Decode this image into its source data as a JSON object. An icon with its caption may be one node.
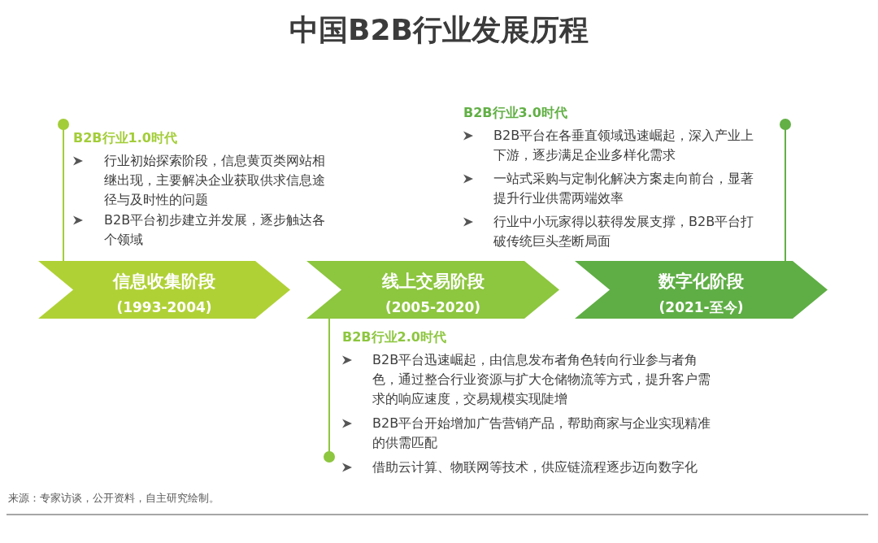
{
  "diagram": {
    "title": "中国B2B行业发展历程",
    "nodes": [
      {
        "text": [
          "B2B行业1.0时代",
          "行业初始探索阶段，信息黄页类网站相继出现，主要解决企业获取供求信息途径与及时性的问题",
          "B2B平台初步建立并发展，逐步触达各个领域"
        ]
      },
      {
        "text": [
          "B2B行业3.0时代",
          "B2B平台在各垂直领域迅速崛起，深入产业上下游，逐步满足企业多样化需求",
          "一站式采购与定制化解决方案走向前台，显著提升行业供需两端效率",
          "行业中小玩家得以获得发展支撑，B2B平台打破传统巨头垄断局面"
        ]
      },
      {
        "text": [
          "信息收集阶段",
          "(1993-2004)"
        ]
      },
      {
        "text": [
          "线上交易阶段",
          "(2005-2020)"
        ]
      },
      {
        "text": [
          "数字化阶段",
          "(2021-至今)"
        ]
      },
      {
        "text": [
          "B2B行业2.0时代",
          "B2B平台迅速崛起，由信息发布者角色转向行业参与者角色，通过整合行业资源与扩大仓储物流等方式，提升客户需求的响应速度，交易规模实现陡增",
          "B2B平台开始增加广告营销产品，帮助商家与企业实现精准的供需匹配",
          "借助云计算、物联网等技术，供应链流程逐步迈向数字化"
        ]
      }
    ],
    "edges": [
      {
        "from": 0,
        "to": 2,
        "arrow": "other",
        "color": "#a3cd39"
      },
      {
        "from": 1,
        "to": 4,
        "arrow": "other",
        "color": "#62b046"
      },
      {
        "from": 5,
        "to": 3,
        "arrow": "other",
        "color": "#8dc63f"
      }
    ],
    "caption": "来源：专家访谈，公开资料，自主研究绘制。"
  }
}
